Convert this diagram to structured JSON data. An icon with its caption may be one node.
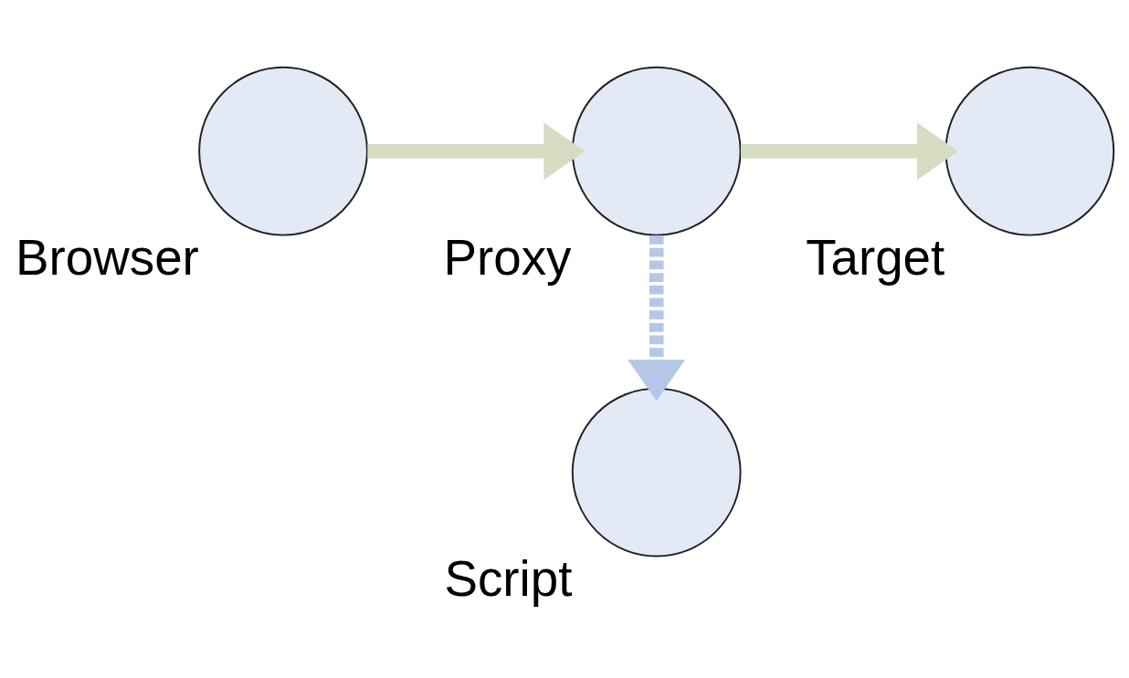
{
  "diagram": {
    "nodes": [
      {
        "text": [
          "Browser"
        ]
      },
      {
        "text": [
          "Proxy"
        ]
      },
      {
        "text": [
          "Target"
        ]
      },
      {
        "text": [
          "Script"
        ]
      }
    ],
    "edges": [
      {
        "from": 0,
        "to": 1,
        "arrow": "to"
      },
      {
        "from": 1,
        "to": 2,
        "arrow": "to"
      },
      {
        "from": 1,
        "to": 3,
        "arrow": "to",
        "style": "dashed",
        "color": "#b4c7e7"
      }
    ]
  }
}
